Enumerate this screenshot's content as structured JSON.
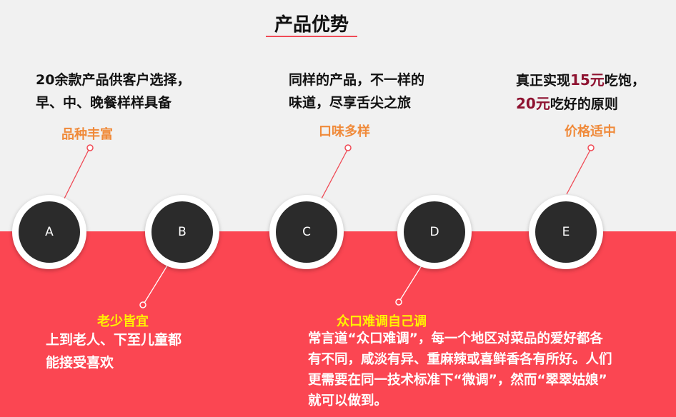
{
  "title": "产品优势",
  "items": [
    {
      "letter": "A",
      "desc_lines": [
        "20余款产品供客户选择，",
        "早、中、晚餐样样具备"
      ],
      "label": "品种丰富"
    },
    {
      "letter": "B",
      "label": "老少皆宜",
      "desc_lines": [
        "上到老人、下至儿童都",
        "能接受喜欢"
      ]
    },
    {
      "letter": "C",
      "desc_lines": [
        "同样的产品，不一样的",
        "味道，尽享舌尖之旅"
      ],
      "label": "口味多样"
    },
    {
      "letter": "D",
      "label": "众口难调自己调",
      "desc_lines": [
        "常言道“众口难调”，每一个地区对菜品的爱好都各",
        "有不同，咸淡有异、重麻辣或喜鲜香各有所好。人们",
        "更需要在同一技术标准下“微调”，然而“翠翠姑娘”",
        "就可以做到。"
      ]
    },
    {
      "letter": "E",
      "desc_parts": [
        "真正实现",
        "15元",
        "吃饱，",
        "20元",
        "吃好的原则"
      ],
      "label": "价格适中"
    }
  ],
  "colors": {
    "accent_red": "#fb4652",
    "label_orange": "#f08a3a",
    "label_yellow": "#fff200",
    "highlight": "#8e1230"
  }
}
